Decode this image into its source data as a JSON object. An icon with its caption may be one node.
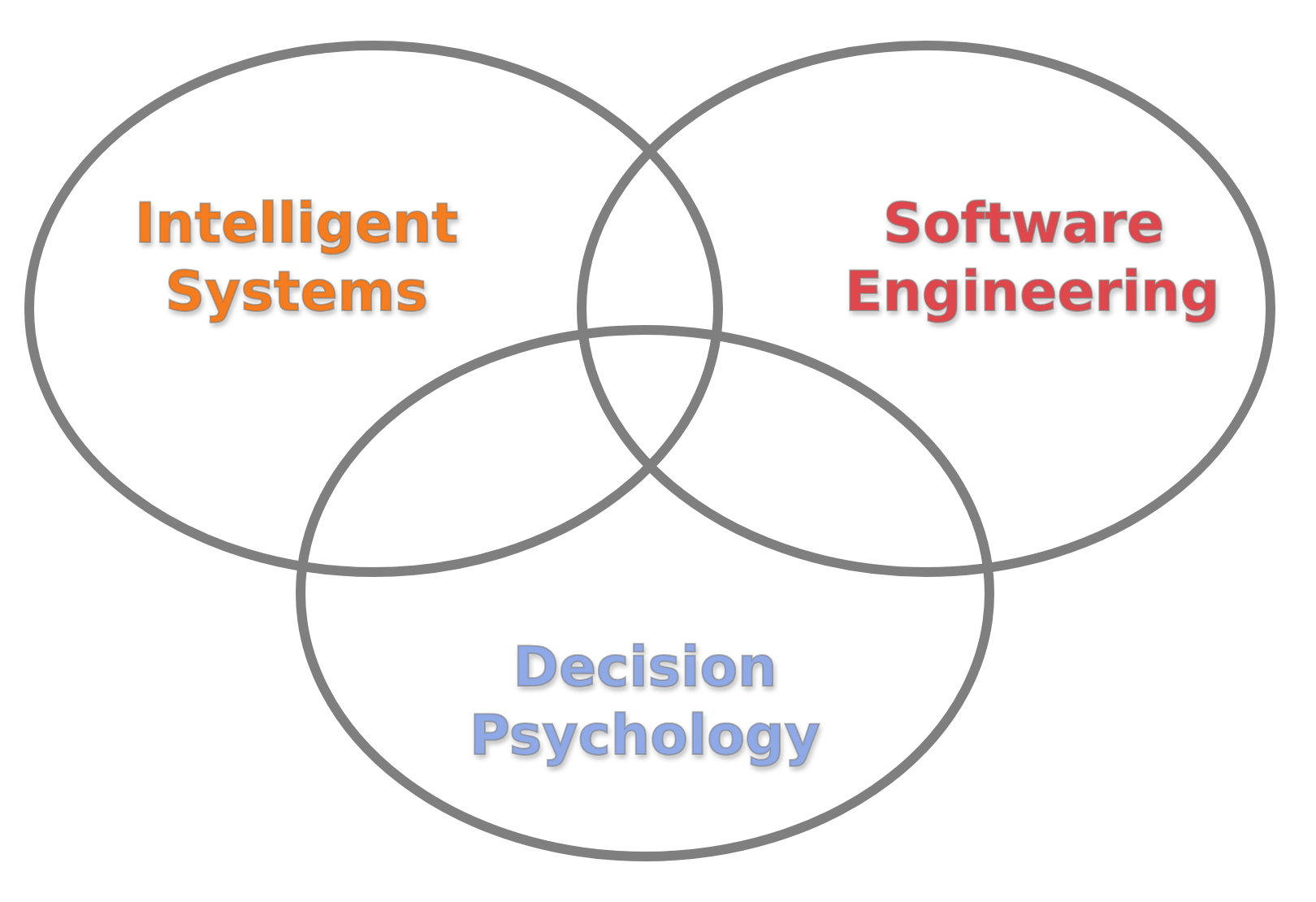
{
  "diagram": {
    "nodes": [
      {
        "text": [
          "Intelligent Systems"
        ]
      },
      {
        "text": [
          "Software Engineering"
        ]
      },
      {
        "text": [
          "Decision Psychology"
        ]
      }
    ]
  }
}
